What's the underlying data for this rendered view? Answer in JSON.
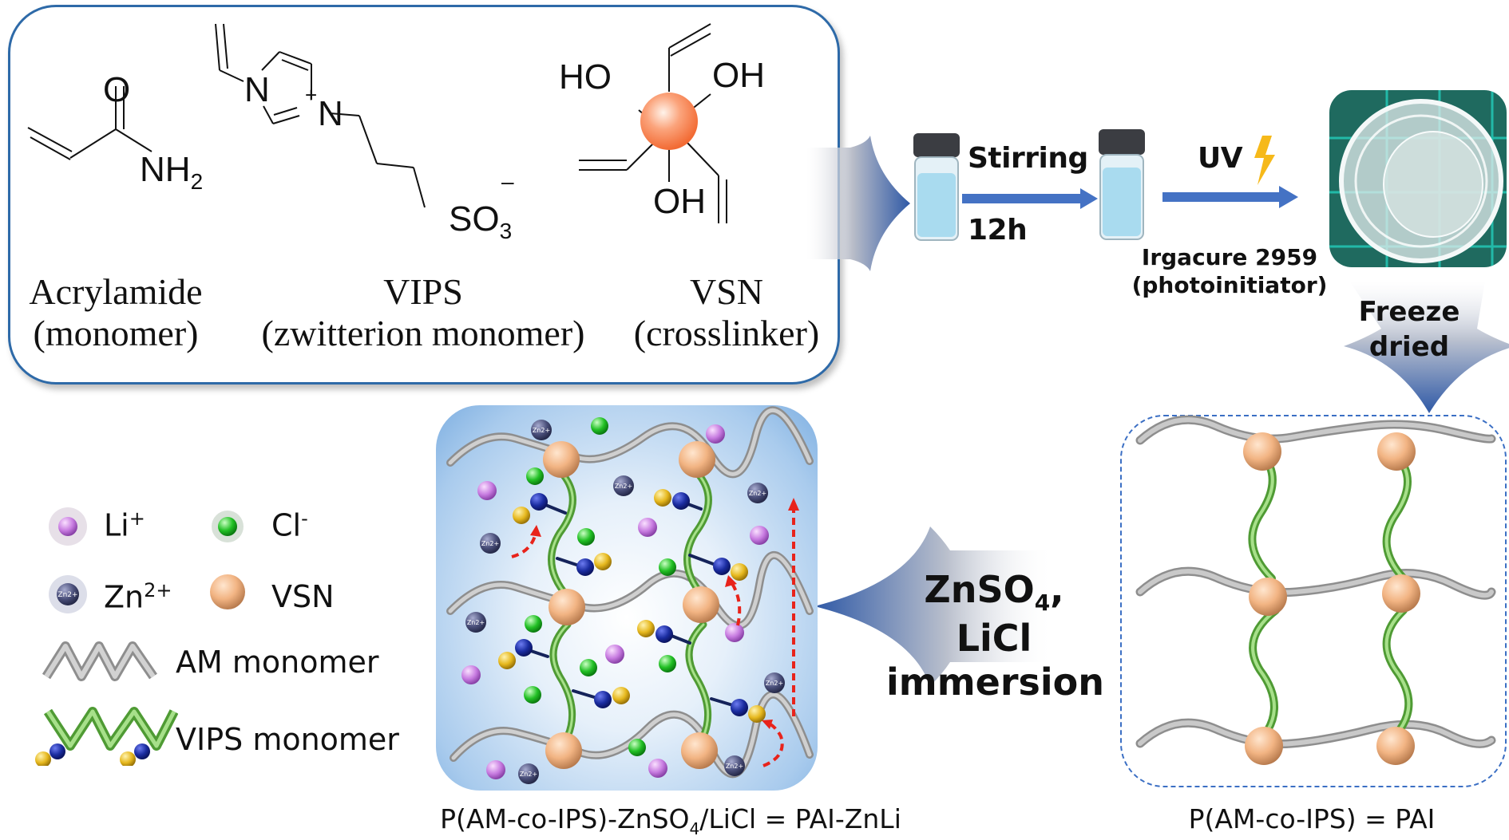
{
  "reagents": {
    "acrylamide": {
      "name": "Acrylamide",
      "role": "(monomer)",
      "atoms": {
        "oxygen": "O",
        "amine": "NH",
        "amine_sub": "2"
      }
    },
    "vips": {
      "name": "VIPS",
      "role": "(zwitterion monomer)",
      "atoms": {
        "n1": "N",
        "n2": "N",
        "plus": "+",
        "sulfonate": "SO",
        "sulfonate_sub": "3",
        "minus": "–"
      }
    },
    "vsn": {
      "name": "VSN",
      "role": "(crosslinker)",
      "atoms": {
        "ho": "HO",
        "oh_right": "OH",
        "oh_bottom": "OH"
      }
    }
  },
  "process": {
    "step1_top": "Stirring",
    "step1_bottom": "12h",
    "step2_top": "UV",
    "step2_bottom_line1": "Irgacure 2959",
    "step2_bottom_line2": "(photoinitiator)",
    "step3_line1": "Freeze",
    "step3_line2": "dried",
    "step4_line1_main": "ZnSO",
    "step4_line1_sub": "4",
    "step4_line1_rest": ", LiCl",
    "step4_line2": "immersion"
  },
  "legend": {
    "items": [
      {
        "label_main": "Li",
        "label_sup": "+",
        "color": "#c77be0"
      },
      {
        "label_main": "Cl",
        "label_sup": "-",
        "color": "#22c025"
      },
      {
        "label_main": "Zn",
        "label_sup": "2+",
        "color": "#4a4f7a"
      },
      {
        "label_main": "VSN",
        "label_sup": "",
        "color": "#f2b483"
      },
      {
        "label_main": "AM monomer",
        "label_sup": "",
        "color": "#b0b0b0"
      },
      {
        "label_main": "VIPS monomer",
        "label_sup": "",
        "color": "#7cc35a"
      }
    ],
    "zn_badge": "Zn2+"
  },
  "captions": {
    "gel_pre": "P(AM-co-IPS)-ZnSO",
    "gel_sub": "4",
    "gel_post": "/LiCl = PAI-ZnLi",
    "pai": "P(AM-co-IPS) = PAI"
  },
  "colors": {
    "box_border": "#2e6aa8",
    "arrow_blue": "#4472c4",
    "vsn_orange": "#f2b483",
    "am_gray": "#b0b0b0",
    "vips_green": "#7cc35a",
    "li_purple": "#c77be0",
    "cl_green": "#22c025",
    "zn_navy": "#4a4f7a",
    "anion_yellow": "#e6b81e",
    "cation_blue": "#1a2ca0",
    "migration_red": "#e8231b"
  }
}
